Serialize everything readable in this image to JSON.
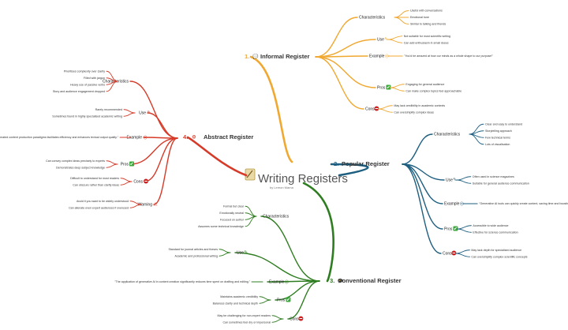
{
  "center": {
    "title": "Writing Registers",
    "subtitle": "by Lemon Mama"
  },
  "colors": {
    "informal": "#f0a830",
    "popular": "#1e5f80",
    "conventional": "#2e7d20",
    "abstract": "#d63a28",
    "minus": "#cc2222",
    "plus": "#3aa83a"
  },
  "branches": {
    "informal": {
      "number": "1.",
      "title": "Informal Register",
      "icon": "speech-bubble-icon",
      "categories": {
        "characteristics": {
          "label": "Characteristics",
          "items": [
            "Useful with conversations",
            "Emotional tone",
            "Similar to talking and friends"
          ]
        },
        "use": {
          "label": "Use",
          "icon": "pencil-icon",
          "items": [
            "Not suitable for most scientific writing",
            "Can add enthusiasm in small doses"
          ]
        },
        "example": {
          "label": "Example",
          "icon": "target-icon",
          "items": [
            "\"You'd be amazed at how our minds as a whole shape to our purpose!\""
          ]
        },
        "pros": {
          "label": "Pros",
          "icon": "check-icon",
          "items": [
            "Engaging for general audience",
            "Can make complex topics feel approachable"
          ]
        },
        "cons": {
          "label": "Cons",
          "icon": "minus-icon",
          "items": [
            "May lack credibility in academic contexts",
            "Can oversimplify complex ideas"
          ]
        }
      }
    },
    "popular": {
      "number": "2.",
      "title": "Popular Register",
      "icon": "star-icon",
      "categories": {
        "characteristics": {
          "label": "Characteristics",
          "items": [
            "Clear and easy to understand",
            "Storytelling approach",
            "Few technical terms",
            "Lots of visualisation"
          ]
        },
        "use": {
          "label": "Use",
          "icon": "pencil-icon",
          "items": [
            "Often used in science magazines",
            "Suitable for general audience communication"
          ]
        },
        "example": {
          "label": "Example",
          "icon": "target-icon",
          "items": [
            "\"Generative AI tools can quickly create content, saving time and boosting productivity for writers.\""
          ]
        },
        "pros": {
          "label": "Pros",
          "icon": "check-icon",
          "items": [
            "Accessible to wide audience",
            "Effective for science communication"
          ]
        },
        "cons": {
          "label": "Cons",
          "icon": "minus-icon",
          "items": [
            "May lack depth for specialised audience",
            "Can oversimplify complex scientific concepts"
          ]
        }
      }
    },
    "conventional": {
      "number": "3.",
      "title": "Conventional Register",
      "icon": "graduation-cap-icon",
      "categories": {
        "characteristics": {
          "label": "Characteristics",
          "items": [
            "Formal but clear",
            "Emotionally neutral",
            "Focused on author",
            "Assumes some technical knowledge"
          ]
        },
        "use": {
          "label": "Use",
          "icon": "pencil-icon",
          "items": [
            "Standard for journal articles and theses",
            "Academic and professional writing"
          ]
        },
        "example": {
          "label": "Example",
          "icon": "target-icon",
          "items": [
            "\"The application of generative AI in content creation significantly reduces time spent on drafting and editing.\""
          ]
        },
        "pros": {
          "label": "Pros",
          "icon": "check-icon",
          "items": [
            "Maintains academic credibility",
            "Balances clarity and technical depth"
          ]
        },
        "cons": {
          "label": "Cons",
          "icon": "minus-icon",
          "items": [
            "May be challenging for non-expert readers",
            "Can sometimes feel dry or impersonal"
          ]
        }
      }
    },
    "abstract": {
      "number": "4.",
      "title": "Abstract Register",
      "icon": "brain-icon",
      "categories": {
        "characteristics": {
          "label": "Characteristics",
          "items": [
            "Prioritises complexity over clarity",
            "Filled with jargon",
            "Heavy use of passive verbs",
            "Story and audience engagement dropped"
          ]
        },
        "use": {
          "label": "Use",
          "icon": "pencil-icon",
          "items": [
            "Rarely recommended",
            "Sometimes found in highly specialised academic writing"
          ]
        },
        "example": {
          "label": "Example",
          "icon": "target-icon",
          "items": [
            "\"The utilization of generative algorithms in automated content production paradigms facilitates efficiency and enhances textual output quality.\""
          ]
        },
        "pros": {
          "label": "Pros",
          "icon": "check-icon",
          "items": [
            "Can convey complex ideas precisely to experts",
            "Demonstrates deep subject knowledge"
          ]
        },
        "cons": {
          "label": "Cons",
          "icon": "minus-icon",
          "items": [
            "Difficult to understand for most readers",
            "Can obscure rather than clarify ideas"
          ]
        },
        "warning": {
          "label": "Warning",
          "icon": "warning-icon",
          "items": [
            "Avoid it you want to be widely understood",
            "Can alienate even expert audiences if overused"
          ]
        }
      }
    }
  }
}
